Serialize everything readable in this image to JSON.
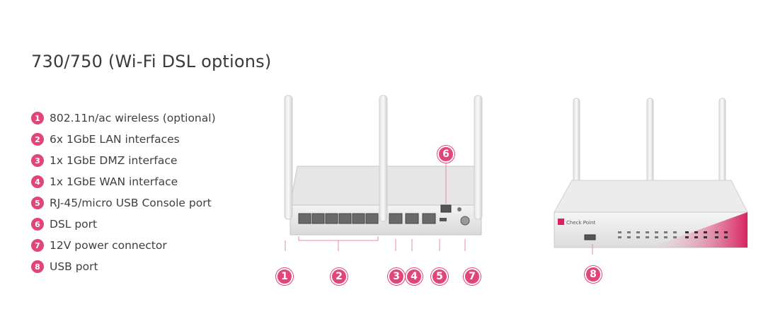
{
  "title": "730/750 (Wi-Fi DSL options)",
  "features": [
    {
      "num": "1",
      "label": "802.11n/ac wireless (optional)"
    },
    {
      "num": "2",
      "label": "6x 1GbE LAN interfaces"
    },
    {
      "num": "3",
      "label": "1x 1GbE DMZ interface"
    },
    {
      "num": "4",
      "label": "1x 1GbE WAN interface"
    },
    {
      "num": "5",
      "label": "RJ-45/micro USB Console port"
    },
    {
      "num": "6",
      "label": "DSL port"
    },
    {
      "num": "7",
      "label": "12V power connector"
    },
    {
      "num": "8",
      "label": "USB port"
    }
  ],
  "callouts": [
    "1",
    "2",
    "3",
    "4",
    "5",
    "6",
    "7",
    "8"
  ],
  "brand_label": "Check Point",
  "accent_color": "#e0457b"
}
